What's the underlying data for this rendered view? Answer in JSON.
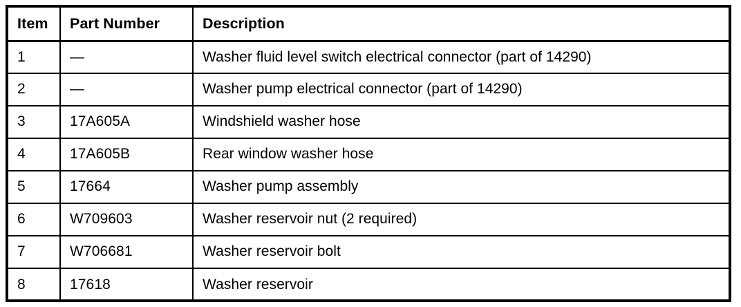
{
  "document": {
    "type": "parts-identification-table",
    "background_color": "#ffffff",
    "text_color": "#000000",
    "border_color": "#000000"
  },
  "table": {
    "columns": [
      {
        "key": "item",
        "label": "Item"
      },
      {
        "key": "part_number",
        "label": "Part Number"
      },
      {
        "key": "description",
        "label": "Description"
      }
    ],
    "rows": [
      {
        "item": "1",
        "part_number": "—",
        "description": "Washer fluid level switch electrical connector (part of 14290)"
      },
      {
        "item": "2",
        "part_number": "—",
        "description": "Washer pump electrical connector (part of 14290)"
      },
      {
        "item": "3",
        "part_number": "17A605A",
        "description": "Windshield washer hose"
      },
      {
        "item": "4",
        "part_number": "17A605B",
        "description": "Rear window washer hose"
      },
      {
        "item": "5",
        "part_number": "17664",
        "description": "Washer pump assembly"
      },
      {
        "item": "6",
        "part_number": "W709603",
        "description": "Washer reservoir nut (2 required)"
      },
      {
        "item": "7",
        "part_number": "W706681",
        "description": "Washer reservoir bolt"
      },
      {
        "item": "8",
        "part_number": "17618",
        "description": "Washer reservoir"
      }
    ]
  }
}
